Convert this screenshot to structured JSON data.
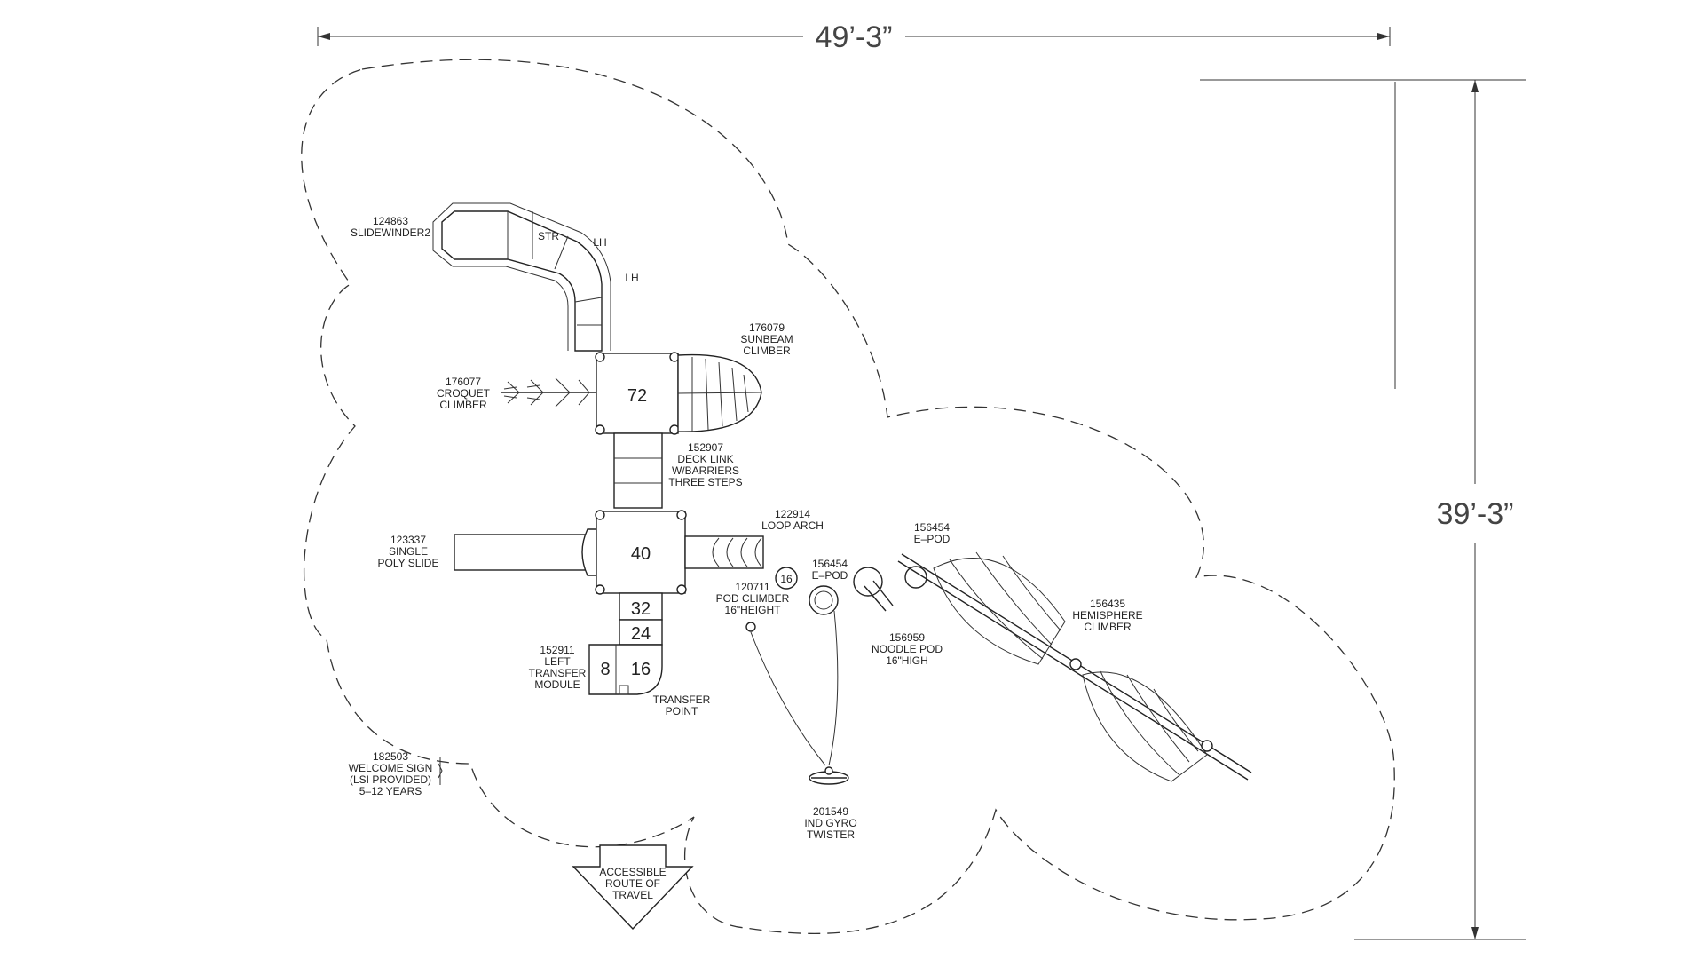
{
  "dimensions": {
    "width": "49’-3”",
    "height": "39’-3”"
  },
  "decks": {
    "d72": "72",
    "d40": "40",
    "s32": "32",
    "s24": "24",
    "t8": "8",
    "t16": "16",
    "pod16": "16"
  },
  "slide_sections": {
    "str": "STR",
    "lh1": "LH",
    "lh2": "LH"
  },
  "components": {
    "slidewinder": [
      "124863",
      "SLIDEWINDER2"
    ],
    "sunbeam": [
      "176079",
      "SUNBEAM",
      "CLIMBER"
    ],
    "croquet": [
      "176077",
      "CROQUET",
      "CLIMBER"
    ],
    "decklink": [
      "152907",
      "DECK LINK",
      "W/BARRIERS",
      "THREE STEPS"
    ],
    "loop_arch": [
      "122914",
      "LOOP ARCH"
    ],
    "poly_slide": [
      "123337",
      "SINGLE",
      "POLY SLIDE"
    ],
    "epod_left": [
      "156454",
      "E–POD"
    ],
    "epod_right": [
      "156454",
      "E–POD"
    ],
    "pod_climber": [
      "120711",
      "POD CLIMBER",
      "16\"HEIGHT"
    ],
    "transfer_module": [
      "152911",
      "LEFT",
      "TRANSFER",
      "MODULE"
    ],
    "transfer_point": [
      "TRANSFER",
      "POINT"
    ],
    "noodle_pod": [
      "156959",
      "NOODLE POD",
      "16\"HIGH"
    ],
    "hemisphere": [
      "156435",
      "HEMISPHERE",
      "CLIMBER"
    ],
    "welcome_sign": [
      "182503",
      "WELCOME SIGN",
      "(LSI PROVIDED)",
      "5–12 YEARS"
    ],
    "gyro_twister": [
      "201549",
      "IND GYRO",
      "TWISTER"
    ],
    "accessible_route": [
      "ACCESSIBLE",
      "ROUTE OF",
      "TRAVEL"
    ]
  }
}
